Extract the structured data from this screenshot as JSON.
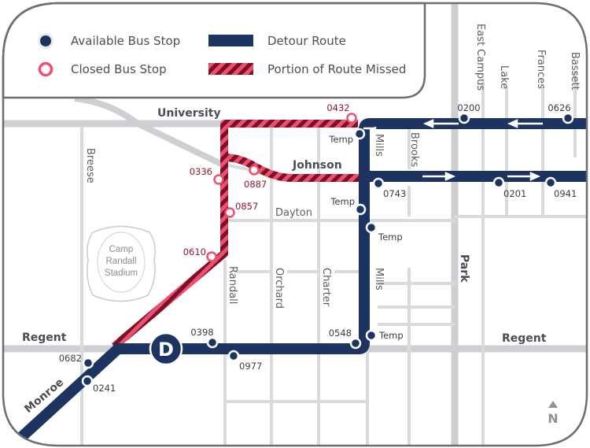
{
  "legend": {
    "available_stop": "Available Bus Stop",
    "closed_stop": "Closed Bus Stop",
    "detour_route": "Detour Route",
    "route_missed": "Portion of Route Missed"
  },
  "colors": {
    "detour": "#1d3461",
    "missed_light": "#ee4f6d",
    "missed_dark": "#7a1029",
    "closed_stop_ring": "#ee4f6d",
    "road": "#cdcfd2",
    "frame": "#6b6e72"
  },
  "streets": {
    "university": "University",
    "johnson": "Johnson",
    "dayton": "Dayton",
    "regent_west": "Regent",
    "regent_east": "Regent",
    "monroe": "Monroe",
    "breese": "Breese",
    "randall": "Randall",
    "orchard": "Orchard",
    "charter": "Charter",
    "mills_north": "Mills",
    "mills_south": "Mills",
    "brooks": "Brooks",
    "park": "Park",
    "east_campus": "East Campus",
    "lake": "Lake",
    "frances": "Frances",
    "bassett": "Bassett"
  },
  "landmark": {
    "line1": "Camp",
    "line2": "Randall",
    "line3": "Stadium"
  },
  "stops": {
    "available": [
      {
        "id": "0200"
      },
      {
        "id": "0626"
      },
      {
        "id": "0743"
      },
      {
        "id": "0201"
      },
      {
        "id": "0941"
      },
      {
        "id": "0398"
      },
      {
        "id": "0977"
      },
      {
        "id": "0548"
      },
      {
        "id": "0682"
      },
      {
        "id": "0241"
      },
      {
        "id": "Temp"
      },
      {
        "id": "Temp"
      },
      {
        "id": "Temp"
      },
      {
        "id": "Temp"
      }
    ],
    "closed": [
      {
        "id": "0432"
      },
      {
        "id": "0336"
      },
      {
        "id": "0887"
      },
      {
        "id": "0857"
      },
      {
        "id": "0610"
      }
    ]
  },
  "labels": {
    "s0200": "0200",
    "s0626": "0626",
    "s0743": "0743",
    "s0201": "0201",
    "s0941": "0941",
    "s0398": "0398",
    "s0977": "0977",
    "s0548": "0548",
    "s0682": "0682",
    "s0241": "0241",
    "temp1": "Temp",
    "temp2": "Temp",
    "temp3": "Temp",
    "temp4": "Temp",
    "c0432": "0432",
    "c0336": "0336",
    "c0887": "0887",
    "c0857": "0857",
    "c0610": "0610"
  },
  "route_marker": "D",
  "compass": "N"
}
